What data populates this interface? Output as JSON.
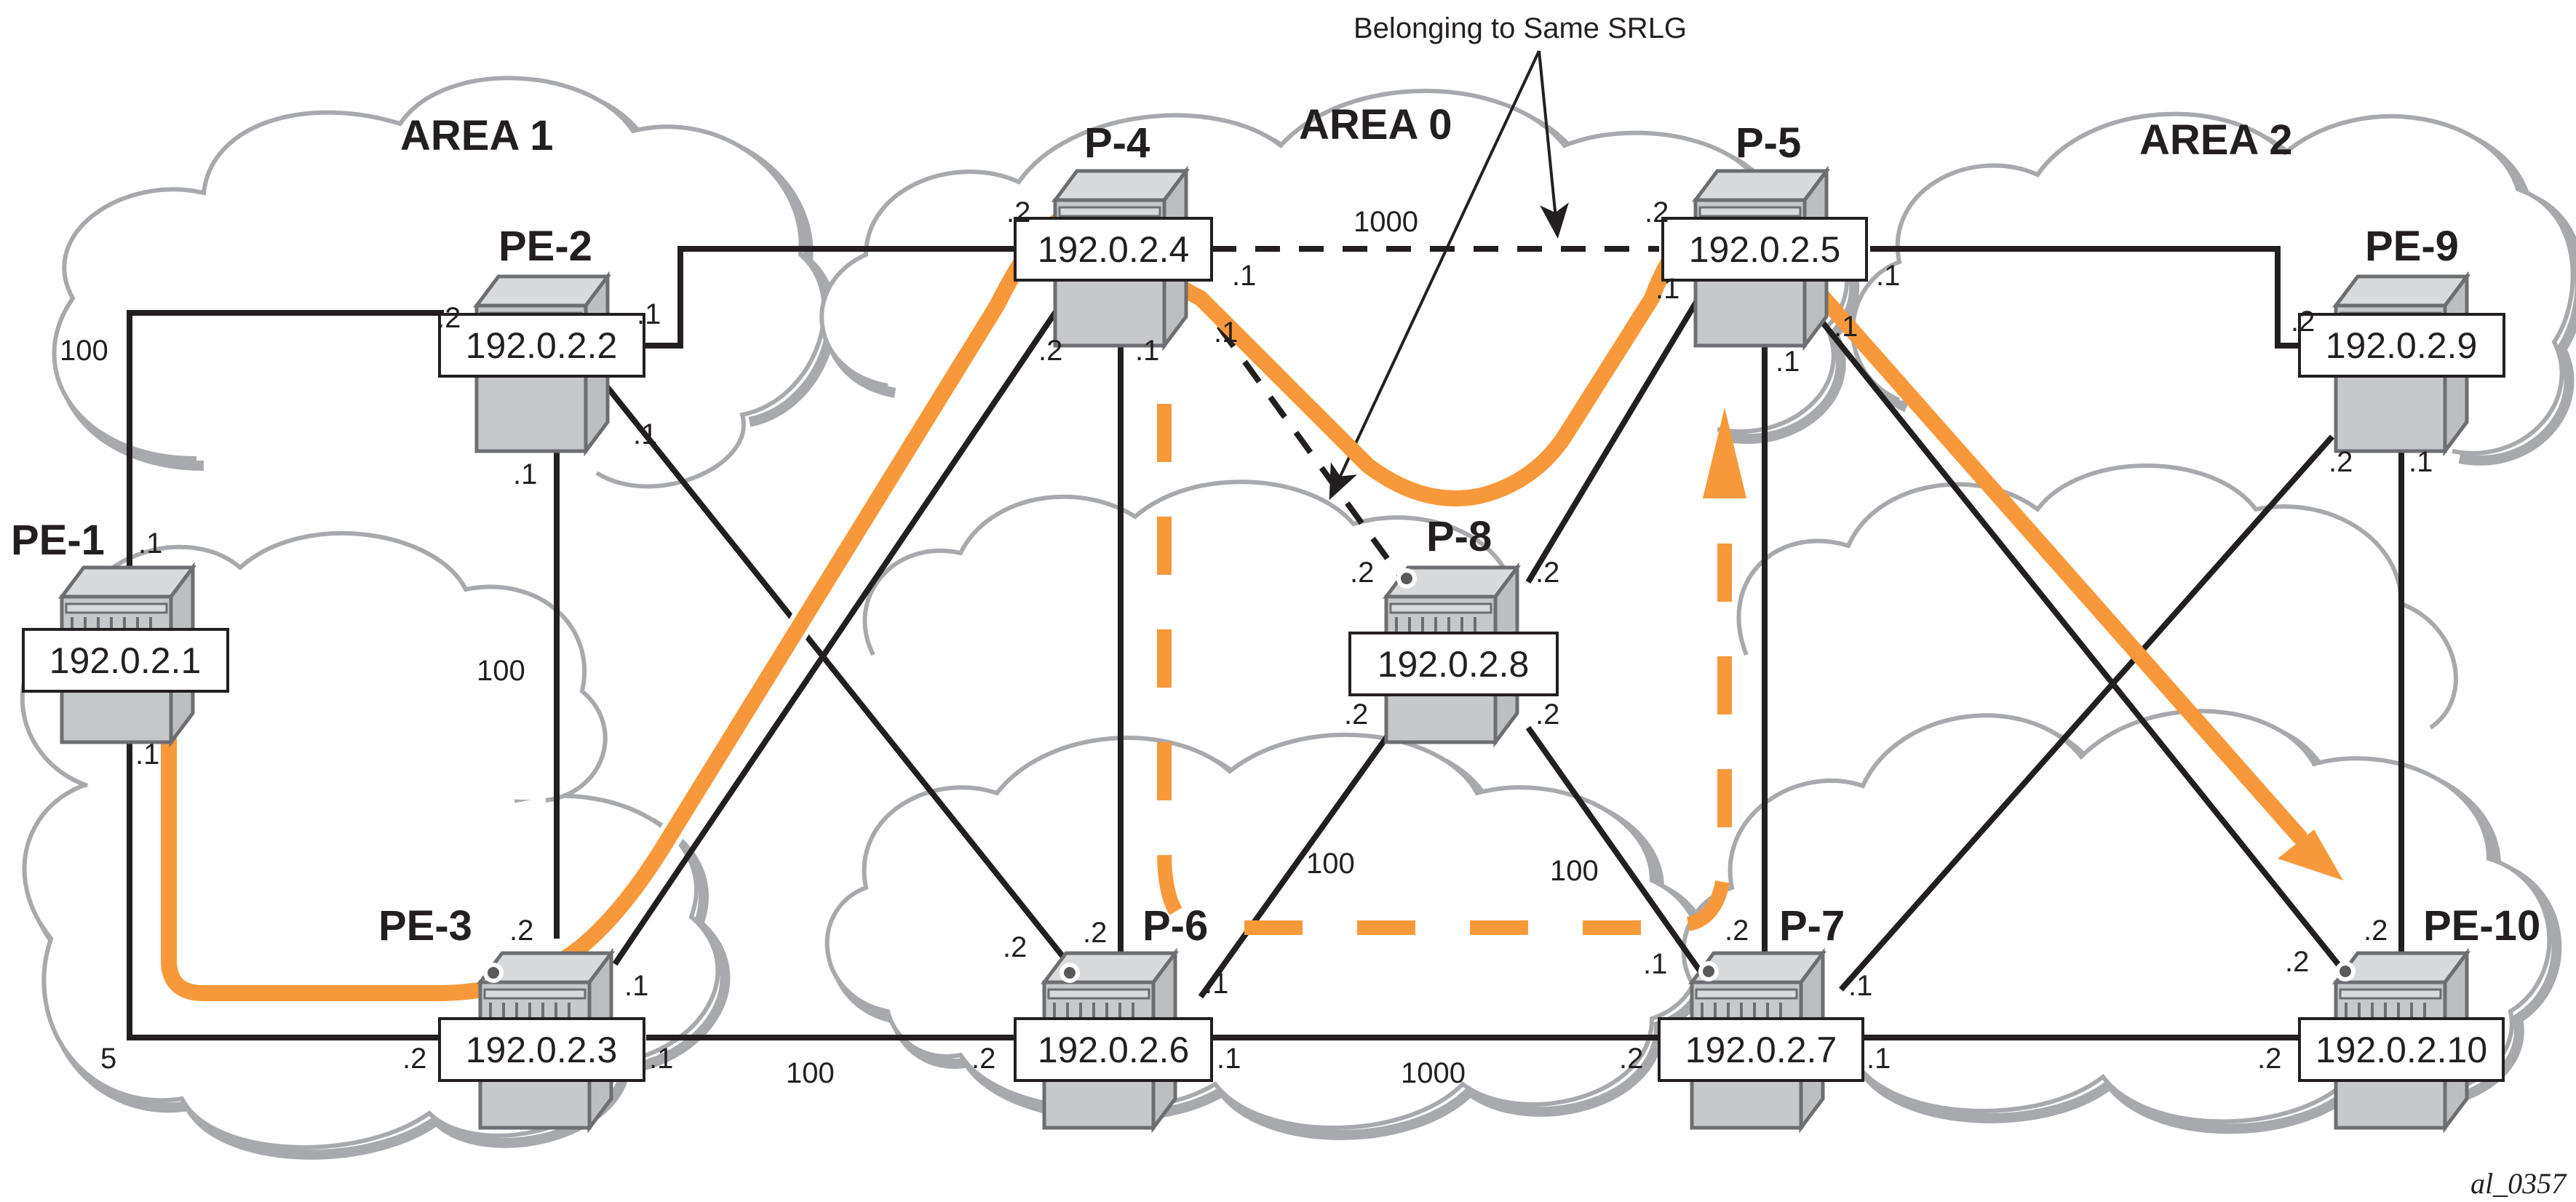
{
  "title_note": "Belonging to Same SRLG",
  "figure_id": "al_0357",
  "areas": [
    {
      "id": "area1",
      "label": "AREA 1"
    },
    {
      "id": "area0",
      "label": "AREA 0"
    },
    {
      "id": "area2",
      "label": "AREA 2"
    }
  ],
  "routers": [
    {
      "id": "pe1",
      "name": "PE-1",
      "ip": "192.0.2.1"
    },
    {
      "id": "pe2",
      "name": "PE-2",
      "ip": "192.0.2.2"
    },
    {
      "id": "pe3",
      "name": "PE-3",
      "ip": "192.0.2.3"
    },
    {
      "id": "p4",
      "name": "P-4",
      "ip": "192.0.2.4"
    },
    {
      "id": "p5",
      "name": "P-5",
      "ip": "192.0.2.5"
    },
    {
      "id": "p6",
      "name": "P-6",
      "ip": "192.0.2.6"
    },
    {
      "id": "p7",
      "name": "P-7",
      "ip": "192.0.2.7"
    },
    {
      "id": "p8",
      "name": "P-8",
      "ip": "192.0.2.8"
    },
    {
      "id": "pe9",
      "name": "PE-9",
      "ip": "192.0.2.9"
    },
    {
      "id": "pe10",
      "name": "PE-10",
      "ip": "192.0.2.10"
    }
  ],
  "metrics": {
    "pe1_pe2": "100",
    "pe2_pe3": "100",
    "pe1_pe3": "5",
    "pe3_p6": "100",
    "p4_p5": "1000",
    "p6_p7": "1000",
    "p6_p8": "100",
    "p8_p7": "100"
  },
  "ports": {
    "pe1_top": ".1",
    "pe1_bottom": ".1",
    "pe2_left": ".2",
    "pe2_right": ".1",
    "pe2_bottom": ".1",
    "pe2_br": ".1",
    "pe3_top": ".2",
    "pe3_left": ".2",
    "pe3_right": ".1",
    "pe3_tr": ".1",
    "p4_left": ".2",
    "p4_right": ".1",
    "p4_bl": ".2",
    "p4_bottom": ".1",
    "p4_br": ".1",
    "p5_left": ".2",
    "p5_right": ".1",
    "p5_bl": ".1",
    "p5_bottom": ".1",
    "p5_br": ".1",
    "p6_tl": ".2",
    "p6_top": ".2",
    "p6_tr": ".1",
    "p6_left": ".2",
    "p6_right": ".1",
    "p7_tl": ".1",
    "p7_top": ".2",
    "p7_tr": ".1",
    "p7_left": ".2",
    "p7_right": ".1",
    "p8_tl": ".2",
    "p8_tr": ".2",
    "p8_bl": ".2",
    "p8_br": ".2",
    "pe9_left": ".2",
    "pe9_bl": ".2",
    "pe9_bottom": ".1",
    "pe10_tl": ".2",
    "pe10_top": ".2",
    "pe10_left": ".2"
  },
  "colors": {
    "primary_path": "#f7993a",
    "link": "#231f20",
    "cloud": "#a7a9ac",
    "router_body": "#c7c8ca",
    "router_top": "#d9dadb",
    "router_edge": "#6d6e71"
  }
}
